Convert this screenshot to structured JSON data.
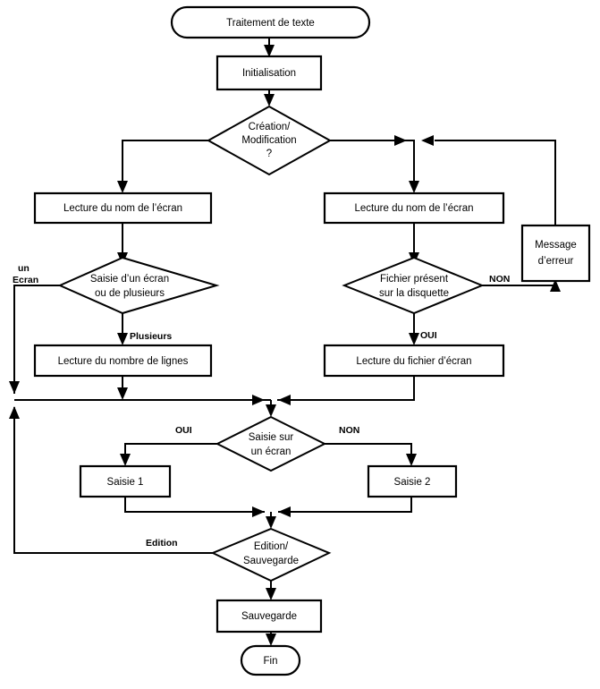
{
  "diagram": {
    "title": "Traitement de texte",
    "language": "fr",
    "type": "flowchart"
  },
  "nodes": {
    "start": {
      "label": "Traitement de texte",
      "shape": "terminal"
    },
    "init": {
      "label": "Initialisation",
      "shape": "process"
    },
    "creation_modification": {
      "line1": "Création/",
      "line2": "Modification",
      "line3": "?",
      "shape": "decision"
    },
    "lecture_nom_ecran_left": {
      "label": "Lecture du nom de l’écran",
      "shape": "process"
    },
    "lecture_nom_ecran_right": {
      "label": "Lecture du nom de l’écran",
      "shape": "process"
    },
    "message_erreur": {
      "line1": "Message",
      "line2": "d’erreur",
      "shape": "process"
    },
    "saisie_un_ou_plusieurs": {
      "line1": "Saisie d’un écran",
      "line2": "ou de plusieurs",
      "shape": "decision"
    },
    "fichier_present": {
      "line1": "Fichier présent",
      "line2": "sur la disquette",
      "shape": "decision"
    },
    "lecture_nombre_lignes": {
      "label": "Lecture du nombre de lignes",
      "shape": "process"
    },
    "lecture_fichier_ecran": {
      "label": "Lecture du fichier d’écran",
      "shape": "process"
    },
    "saisie_sur_un_ecran": {
      "line1": "Saisie sur",
      "line2": "un écran",
      "shape": "decision"
    },
    "saisie_1": {
      "label": "Saisie 1",
      "shape": "process"
    },
    "saisie_2": {
      "label": "Saisie 2",
      "shape": "process"
    },
    "edition_sauvegarde": {
      "line1": "Edition/",
      "line2": "Sauvegarde",
      "shape": "decision"
    },
    "sauvegarde": {
      "label": "Sauvegarde",
      "shape": "process"
    },
    "fin": {
      "label": "Fin",
      "shape": "terminal"
    }
  },
  "edge_labels": {
    "un_ecran_line1": "un",
    "un_ecran_line2": "Ecran",
    "plusieurs": "Plusieurs",
    "non_fichier": "NON",
    "oui_fichier": "OUI",
    "oui_saisie": "OUI",
    "non_saisie": "NON",
    "edition": "Edition"
  },
  "colors": {
    "stroke": "#000000",
    "fill": "#ffffff",
    "text": "#000000"
  }
}
